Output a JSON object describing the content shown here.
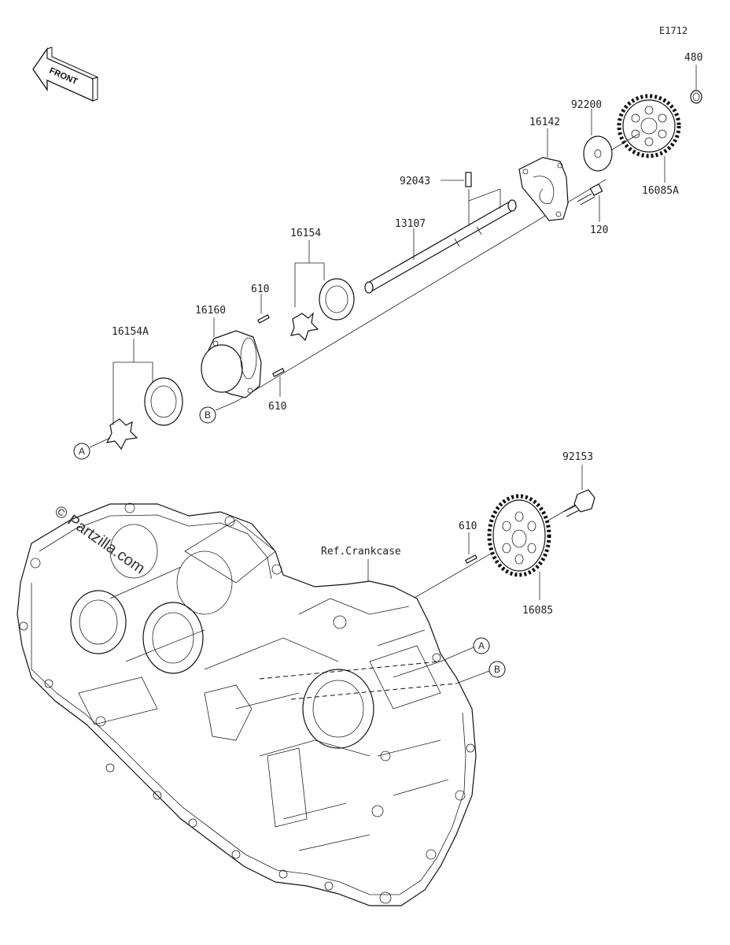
{
  "diagram_id": "E1712",
  "front_label": "FRONT",
  "watermark": "© Partzilla.com",
  "reference_label": "Ref.Crankcase",
  "callouts": {
    "a": "A",
    "b": "B"
  },
  "parts": {
    "p480": "480",
    "p92200": "92200",
    "p16142": "16142",
    "p92043": "92043",
    "p16085a": "16085A",
    "p120": "120",
    "p13107": "13107",
    "p16154": "16154",
    "p610_top": "610",
    "p16160": "16160",
    "p16154a": "16154A",
    "p610_mid": "610",
    "p92153": "92153",
    "p610_low": "610",
    "p16085": "16085"
  }
}
